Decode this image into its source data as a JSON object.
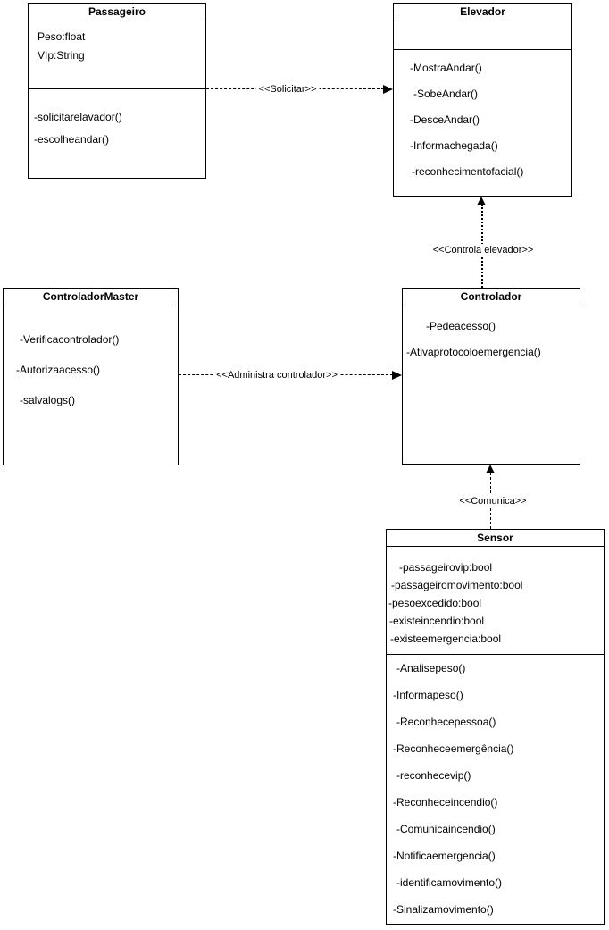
{
  "colors": {
    "background": "#ffffff",
    "stroke": "#000000",
    "text": "#000000"
  },
  "diagram": {
    "classes": [
      {
        "title": "Passageiro",
        "attributes": [
          "Peso:float",
          "VIp:String"
        ],
        "methods": [
          "-solicitarelavador()",
          "-escolheandar()"
        ]
      },
      {
        "title": "Elevador",
        "attributes": [],
        "methods": [
          "-MostraAndar()",
          "-SobeAndar()",
          "-DesceAndar()",
          "-Informachegada()",
          "-reconhecimentofacial()"
        ]
      },
      {
        "title": "ControladorMaster",
        "attributes": [],
        "methods": [
          "-Verificacontrolador()",
          "-Autorizaacesso()",
          "-salvalogs()"
        ]
      },
      {
        "title": "Controlador",
        "attributes": [],
        "methods": [
          "-Pedeacesso()",
          "-Ativaprotocoloemergencia()"
        ]
      },
      {
        "title": "Sensor",
        "attributes": [
          "-passageirovip:bool",
          "-passageiromovimento:bool",
          "-pesoexcedido:bool",
          "-existeincendio:bool",
          "-existeemergencia:bool"
        ],
        "methods": [
          "-Analisepeso()",
          "-Informapeso()",
          "-Reconhecepessoa()",
          "-Reconheceemergência()",
          "-reconhecevip()",
          "-Reconheceincendio()",
          "-Comunicaincendio()",
          "-Notificaemergencia()",
          "-identificamovimento()",
          "-Sinalizamovimento()"
        ]
      }
    ],
    "connectors": [
      {
        "label": "<<Solicitar>>",
        "from": "Passageiro",
        "to": "Elevador"
      },
      {
        "label": "<<Controla elevador>>",
        "from": "Controlador",
        "to": "Elevador"
      },
      {
        "label": "<<Administra controlador>>",
        "from": "ControladorMaster",
        "to": "Controlador"
      },
      {
        "label": "<<Comunica>>",
        "from": "Sensor",
        "to": "Controlador"
      }
    ]
  }
}
